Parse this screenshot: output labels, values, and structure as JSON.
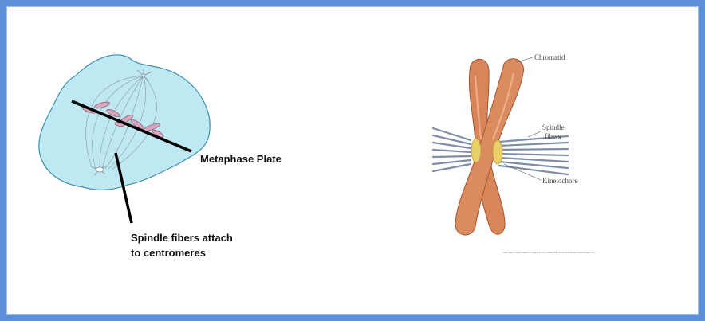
{
  "left_panel": {
    "metaphase_label": "Metaphase Plate",
    "spindle_label_line1": "Spindle fibers attach",
    "spindle_label_line2": "to centromeres"
  },
  "right_panel": {
    "chromatid_label": "Chromatid",
    "spindle_fibers_line1": "Spindle",
    "spindle_fibers_line2": "fibers",
    "kinetochore_label": "Kinetochore",
    "credit": "THE CELL, Fourth Edition, Figure 4.14 © 2006 ASM Press and Sinauer Associates, Inc."
  },
  "colors": {
    "frame": "#5b8fd6",
    "cell_fill": "#bfe9f2",
    "chromosome": "#d9855a",
    "centromere": "#e9cf6a",
    "fiber": "#8a9aac"
  }
}
